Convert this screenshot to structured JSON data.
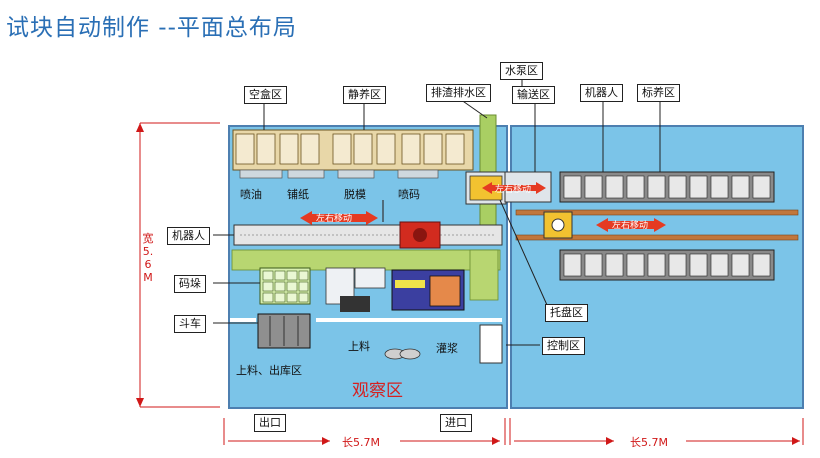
{
  "title": "试块自动制作 --平面总布局",
  "labels": {
    "empty_box": "空盒区",
    "static_curing": "静养区",
    "slag_drain": "排渣排水区",
    "water_pump": "水泵区",
    "conveyor": "输送区",
    "robot_top": "机器人",
    "standard_curing": "标养区",
    "oil_spray": "喷油",
    "paper_lay": "铺纸",
    "demold": "脱模",
    "code_spray": "喷码",
    "robot_left": "机器人",
    "stack": "码垛",
    "cart": "斗车",
    "load_out": "上料、出库区",
    "loading": "上料",
    "grouting": "灌浆",
    "pallet": "托盘区",
    "control": "控制区",
    "exit": "出口",
    "entry": "进口",
    "observation": "观察区",
    "move_lr_1": "左右移动",
    "move_lr_2": "左右移动",
    "move_lr_3": "左右移动",
    "width_dim": "宽5.6M",
    "length_left": "长5.7M",
    "length_right": "长5.7M"
  },
  "colors": {
    "floor": "#7bc4e8",
    "title": "#2a6fb5",
    "dimension": "#d01818",
    "arrow": "#e53a22"
  }
}
